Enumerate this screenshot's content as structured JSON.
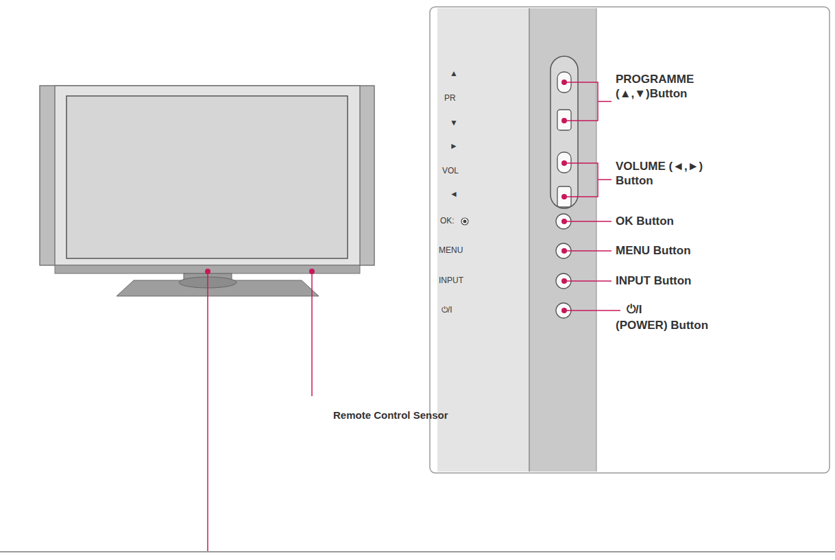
{
  "diagram": {
    "labels": [
      "▲",
      "PR",
      "▼",
      "►",
      "VOL",
      "◄",
      "OK:",
      "MENU",
      "INPUT",
      "⏻/I",
      "PROGRAMME (▲,▼)Button",
      "VOLUME (◄,►) Button",
      "OK Button",
      "MENU Button",
      "INPUT Button",
      "⏻/I",
      "(POWER) Button",
      "Remote Control Sensor"
    ]
  }
}
